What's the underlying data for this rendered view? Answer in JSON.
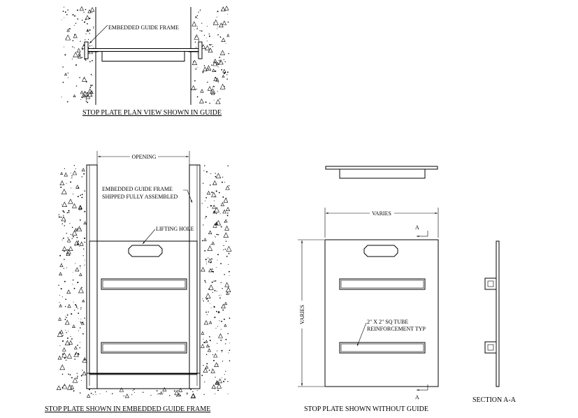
{
  "labels": {
    "embedded_guide_frame_top": "EMBEDDED GUIDE FRAME",
    "opening": "OPENING",
    "embedded_guide_frame_main_1": "EMBEDDED GUIDE FRAME",
    "embedded_guide_frame_main_2": "SHIPPED FULLY ASSEMBLED",
    "lifting_hole": "LIFTING HOLE",
    "varies_horizontal": "VARIES",
    "varies_vertical": "VARIES",
    "section_marker_top": "A",
    "section_marker_bottom": "A",
    "sq_tube_1": "2\" X 2\" SQ TUBE",
    "sq_tube_2": "REINFORCEMENT TYP"
  },
  "titles": {
    "plan_view": "STOP PLATE PLAN VIEW SHOWN IN GUIDE",
    "embedded_view": "STOP PLATE SHOWN IN EMBEDDED GUIDE FRAME",
    "without_guide": "STOP PLATE  SHOWN WITHOUT GUIDE",
    "section": "SECTION A-A"
  }
}
